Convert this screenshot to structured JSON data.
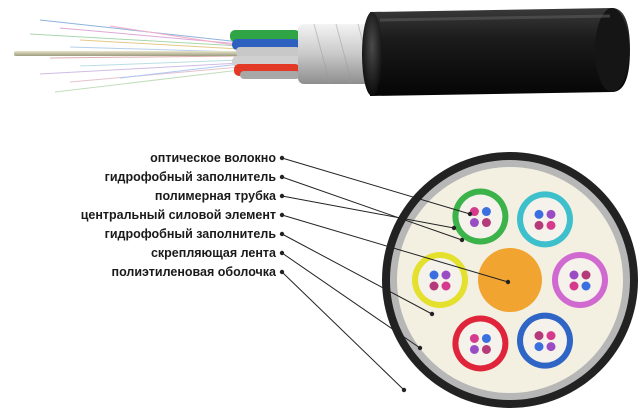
{
  "labels": [
    "оптическое волокно",
    "гидрофобный заполнитель",
    "полимерная трубка",
    "центральный силовой элемент",
    "гидрофобный заполнитель",
    "скрепляющая лента",
    "полиэтиленовая оболочка"
  ],
  "colors": {
    "jacket": "#141414",
    "tape": "#b9b9b9",
    "filler": "#f3f0e2",
    "central_member": "#f2a431",
    "tube_colors": [
      "#3cb24a",
      "#3dbfcc",
      "#d06ad0",
      "#2f66c6",
      "#e0243a",
      "#e4e02e"
    ],
    "fiber_colors": [
      "#d63a8c",
      "#3a6fe0",
      "#9a4cc4",
      "#b43a7a"
    ],
    "leader_line": "#222222"
  }
}
